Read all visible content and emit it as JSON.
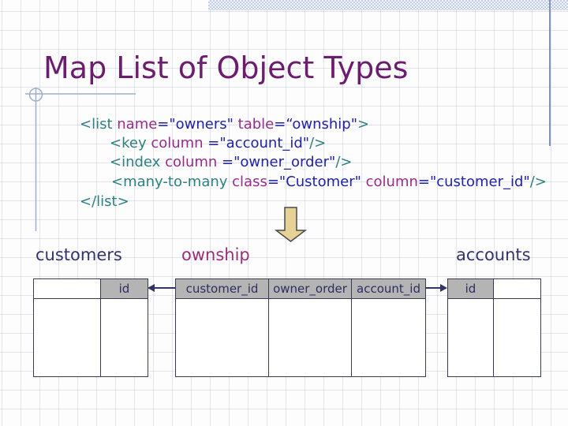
{
  "slide": {
    "title": "Map List of Object Types"
  },
  "code": {
    "lines": [
      {
        "tokens": [
          "<list ",
          "name",
          "=\"owners\" ",
          "table",
          "=“ownship\"",
          ">"
        ]
      },
      {
        "tokens": [
          "<key ",
          "column",
          " =\"account_id\"",
          "",
          "",
          "/>"
        ]
      },
      {
        "tokens": [
          "<index ",
          "column",
          " =\"owner_order\"",
          "",
          "",
          "/>"
        ]
      },
      {
        "tokens": [
          "<many-to-many ",
          "class",
          "=\"Customer\" ",
          "column",
          "=\"customer_id\"",
          "/>"
        ]
      },
      {
        "tokens": [
          "</list>",
          "",
          "",
          "",
          "",
          ""
        ]
      }
    ]
  },
  "diagram": {
    "tables": {
      "customers": {
        "label": "customers",
        "headers": [
          "",
          "id"
        ]
      },
      "ownship": {
        "label": "ownship",
        "headers": [
          "customer_id",
          "owner_order",
          "account_id"
        ]
      },
      "accounts": {
        "label": "accounts",
        "headers": [
          "id",
          ""
        ]
      }
    },
    "icons": {
      "down_arrow": "block-down-arrow",
      "left_arrow": "arrow-to-customers",
      "right_arrow": "arrow-to-accounts"
    }
  },
  "colors": {
    "title": "#6d1d6d",
    "code_tag": "#2e7f7f",
    "code_attr": "#962d8a",
    "code_value": "#2222a2",
    "label_navy": "#333366",
    "label_purple": "#992e7a",
    "table_header_fill": "#b4b4b4",
    "table_border": "#3a3a52",
    "connector": "#333366",
    "arrow_fill": "#e6d296",
    "accent_band": "#c2cfe6",
    "accent_line": "#8393b8"
  }
}
